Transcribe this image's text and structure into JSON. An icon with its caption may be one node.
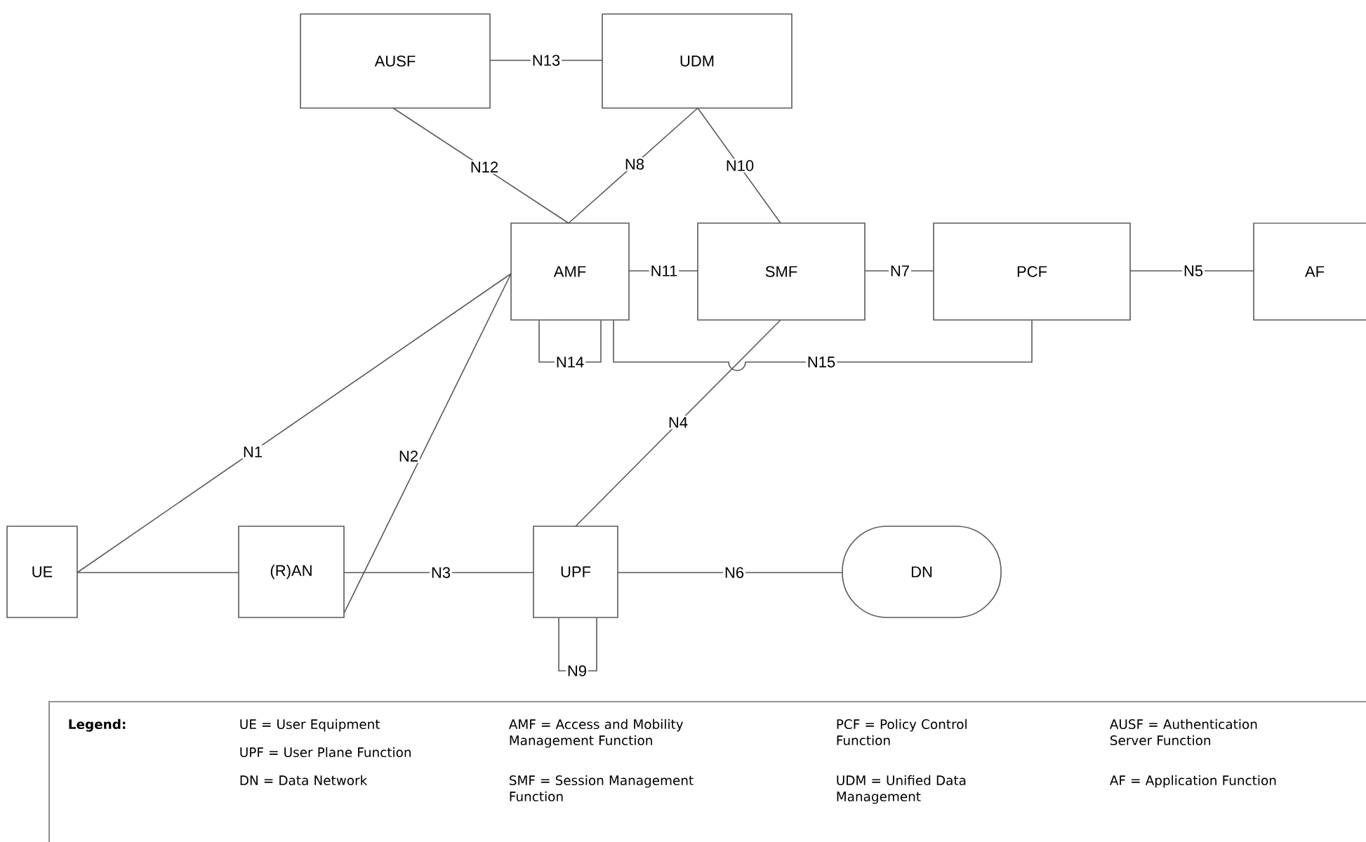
{
  "diagram": {
    "nodes": [
      {
        "text": [
          "AUSF"
        ]
      },
      {
        "text": [
          "UDM"
        ]
      },
      {
        "text": [
          "AMF"
        ]
      },
      {
        "text": [
          "SMF"
        ]
      },
      {
        "text": [
          "PCF"
        ]
      },
      {
        "text": [
          "AF"
        ]
      },
      {
        "text": [
          "UE"
        ]
      },
      {
        "text": [
          "(R)AN"
        ]
      },
      {
        "text": [
          "UPF"
        ]
      },
      {
        "text": [
          "DN"
        ]
      }
    ],
    "edges": [
      {
        "from": 0,
        "to": 1,
        "arrow": "none",
        "label": "N13"
      },
      {
        "from": 0,
        "to": 2,
        "arrow": "none",
        "label": "N12"
      },
      {
        "from": 1,
        "to": 2,
        "arrow": "none",
        "label": "N8"
      },
      {
        "from": 1,
        "to": 3,
        "arrow": "none",
        "label": "N10"
      },
      {
        "from": 2,
        "to": 3,
        "arrow": "none",
        "label": "N11"
      },
      {
        "from": 3,
        "to": 4,
        "arrow": "none",
        "label": "N7"
      },
      {
        "from": 4,
        "to": 5,
        "arrow": "none",
        "label": "N5"
      },
      {
        "from": 2,
        "to": 2,
        "arrow": "none",
        "label": "N14"
      },
      {
        "from": 2,
        "to": 4,
        "arrow": "none",
        "label": "N15"
      },
      {
        "from": 6,
        "to": 2,
        "arrow": "none",
        "label": "N1"
      },
      {
        "from": 7,
        "to": 2,
        "arrow": "none",
        "label": "N2"
      },
      {
        "from": 3,
        "to": 8,
        "arrow": "none",
        "label": "N4"
      },
      {
        "from": 6,
        "to": 7,
        "arrow": "none"
      },
      {
        "from": 7,
        "to": 8,
        "arrow": "none",
        "label": "N3"
      },
      {
        "from": 8,
        "to": 9,
        "arrow": "none",
        "label": "N6"
      },
      {
        "from": 8,
        "to": 8,
        "arrow": "none",
        "label": "N9"
      }
    ],
    "labels": [
      "Legend:",
      "UE = User Equipment",
      "UPF = User Plane Function",
      "DN = Data Network",
      "AMF = Access and Mobility Management Function",
      "SMF = Session Management Function",
      "PCF = Policy Control Function",
      "UDM = Unified Data Management",
      "AUSF = Authentication Server Function",
      "AF = Application Function"
    ]
  }
}
